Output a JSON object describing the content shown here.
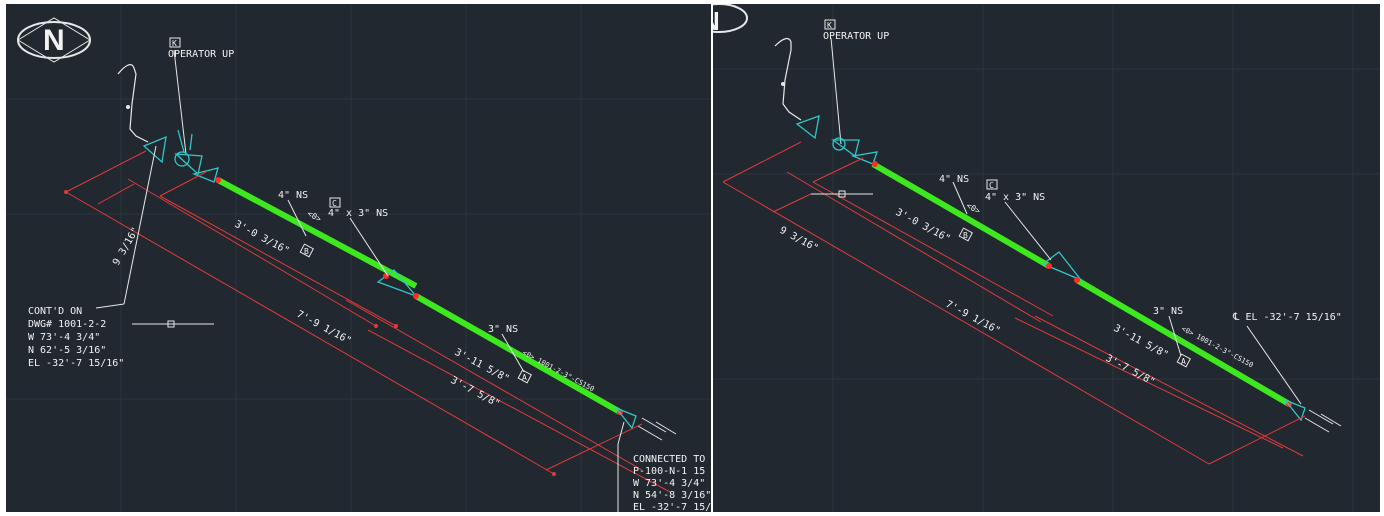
{
  "colors": {
    "background": "#212830",
    "grid": "#2c3440",
    "pipe": "#3ee81f",
    "dimension": "#e03a3a",
    "fitting": "#2fc7c7",
    "text": "#f2f2f2",
    "node": "#ff2a2a"
  },
  "left": {
    "north_label": "N",
    "tag_k": "K",
    "operator_label": "OPERATOR UP",
    "ns_4": "4\" NS",
    "tag_c": "C",
    "reducer_label": "4\" x 3\" NS",
    "tag_b1": "B",
    "ns_3": "3\" NS",
    "tag_b2": "A",
    "line_id": "<0> 1001-2-3\"-CS150",
    "dim_9": "9 3/16\"",
    "dim_3_0": "3'-0 3/16\"",
    "dim_7_9": "7'-9 1/16\"",
    "dim_3_11": "3'-11 5/8\"",
    "dim_3_7": "3'-7 5/8\"",
    "contd_lines": [
      "CONT'D ON",
      "DWG# 1001-2-2",
      "W 73'-4 3/4\"",
      "N 62'-5 3/16\"",
      "EL -32'-7 15/16\""
    ],
    "connected_lines": [
      "CONNECTED TO",
      "P-100-N-1 15",
      "W 73'-4 3/4\"",
      "N 54'-8 3/16\"",
      "EL -32'-7 15/"
    ]
  },
  "right": {
    "north_label": "N",
    "tag_k": "K",
    "operator_label": "OPERATOR UP",
    "ns_4": "4\" NS",
    "tag_c": "C",
    "reducer_label": "4\" x 3\" NS",
    "tag_b1": "B",
    "ns_3": "3\" NS",
    "tag_b2": "A",
    "line_id": "<0> 1001-2-3\"-CS150",
    "dim_9": "9 3/16\"",
    "dim_3_0": "3'-0 3/16\"",
    "dim_7_9": "7'-9 1/16\"",
    "dim_3_11": "3'-11 5/8\"",
    "dim_3_7": "3'-7 5/8\"",
    "elevation_label": "℄ EL -32'-7 15/16\""
  }
}
